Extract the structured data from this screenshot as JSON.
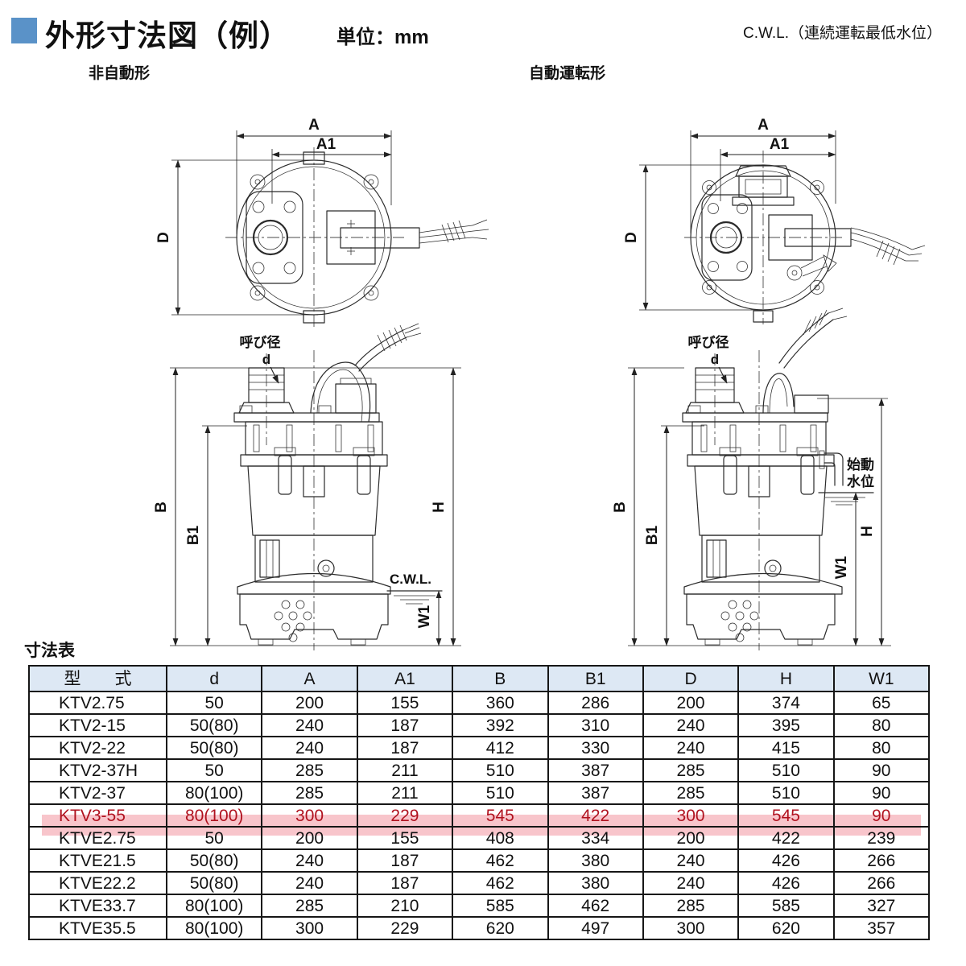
{
  "page": {
    "title": "外形寸法図（例）",
    "unit": "単位：mm",
    "cwl_note": "C.W.L.（連続運転最低水位）",
    "left_label": "非自動形",
    "right_label": "自動運転形",
    "table_title": "寸法表"
  },
  "drawing": {
    "a": "A",
    "a1": "A1",
    "d_dim": "D",
    "b": "B",
    "b1": "B1",
    "h": "H",
    "w1": "W1",
    "bore": "呼び径",
    "bore_d": "d",
    "cwl": "C.W.L.",
    "start_level_1": "始動",
    "start_level_2": "水位"
  },
  "table": {
    "headers": [
      "型　　式",
      "d",
      "A",
      "A1",
      "B",
      "B1",
      "D",
      "H",
      "W1"
    ],
    "rows": [
      {
        "model": "KTV2.75",
        "values": [
          "50",
          "200",
          "155",
          "360",
          "286",
          "200",
          "374",
          "65"
        ],
        "highlight": false
      },
      {
        "model": "KTV2-15",
        "values": [
          "50(80)",
          "240",
          "187",
          "392",
          "310",
          "240",
          "395",
          "80"
        ],
        "highlight": false
      },
      {
        "model": "KTV2-22",
        "values": [
          "50(80)",
          "240",
          "187",
          "412",
          "330",
          "240",
          "415",
          "80"
        ],
        "highlight": false
      },
      {
        "model": "KTV2-37H",
        "values": [
          "50",
          "285",
          "211",
          "510",
          "387",
          "285",
          "510",
          "90"
        ],
        "highlight": false
      },
      {
        "model": "KTV2-37",
        "values": [
          "80(100)",
          "285",
          "211",
          "510",
          "387",
          "285",
          "510",
          "90"
        ],
        "highlight": false
      },
      {
        "model": "KTV3-55",
        "values": [
          "80(100)",
          "300",
          "229",
          "545",
          "422",
          "300",
          "545",
          "90"
        ],
        "highlight": true
      },
      {
        "model": "KTVE2.75",
        "values": [
          "50",
          "200",
          "155",
          "408",
          "334",
          "200",
          "422",
          "239"
        ],
        "highlight": false
      },
      {
        "model": "KTVE21.5",
        "values": [
          "50(80)",
          "240",
          "187",
          "462",
          "380",
          "240",
          "426",
          "266"
        ],
        "highlight": false
      },
      {
        "model": "KTVE22.2",
        "values": [
          "50(80)",
          "240",
          "187",
          "462",
          "380",
          "240",
          "426",
          "266"
        ],
        "highlight": false
      },
      {
        "model": "KTVE33.7",
        "values": [
          "80(100)",
          "285",
          "210",
          "585",
          "462",
          "285",
          "585",
          "327"
        ],
        "highlight": false
      },
      {
        "model": "KTVE35.5",
        "values": [
          "80(100)",
          "300",
          "229",
          "620",
          "497",
          "300",
          "620",
          "357"
        ],
        "highlight": false
      }
    ],
    "colors": {
      "header_bg": "#dde8f4",
      "highlight_band": "#f8c5cb",
      "highlight_text": "#b0121f",
      "accent_square": "#5a92c8"
    }
  }
}
